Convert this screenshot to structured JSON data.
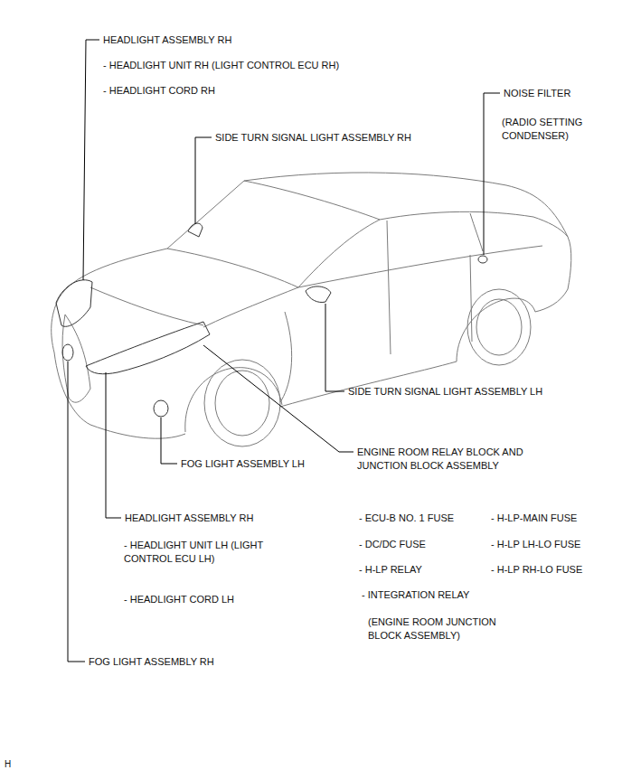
{
  "diagram": {
    "labels": [
      "HEADLIGHT ASSEMBLY RH",
      "- HEADLIGHT UNIT RH (LIGHT CONTROL ECU RH)",
      "- HEADLIGHT CORD RH",
      "NOISE FILTER",
      "(RADIO SETTING CONDENSER)",
      "SIDE TURN SIGNAL LIGHT ASSEMBLY RH",
      "SIDE TURN SIGNAL LIGHT ASSEMBLY LH",
      "ENGINE ROOM RELAY BLOCK AND JUNCTION BLOCK ASSEMBLY",
      "FOG LIGHT ASSEMBLY LH",
      "HEADLIGHT ASSEMBLY RH",
      "- HEADLIGHT UNIT LH (LIGHT CONTROL ECU LH)",
      "- HEADLIGHT CORD LH",
      "- ECU-B NO. 1 FUSE",
      "- H-LP-MAIN FUSE",
      "- DC/DC FUSE",
      "- H-LP LH-LO FUSE",
      "- H-LP RELAY",
      "- H-LP RH-LO FUSE",
      "- INTEGRATION RELAY",
      "(ENGINE ROOM JUNCTION BLOCK ASSEMBLY)",
      "FOG LIGHT ASSEMBLY RH",
      "H"
    ]
  }
}
